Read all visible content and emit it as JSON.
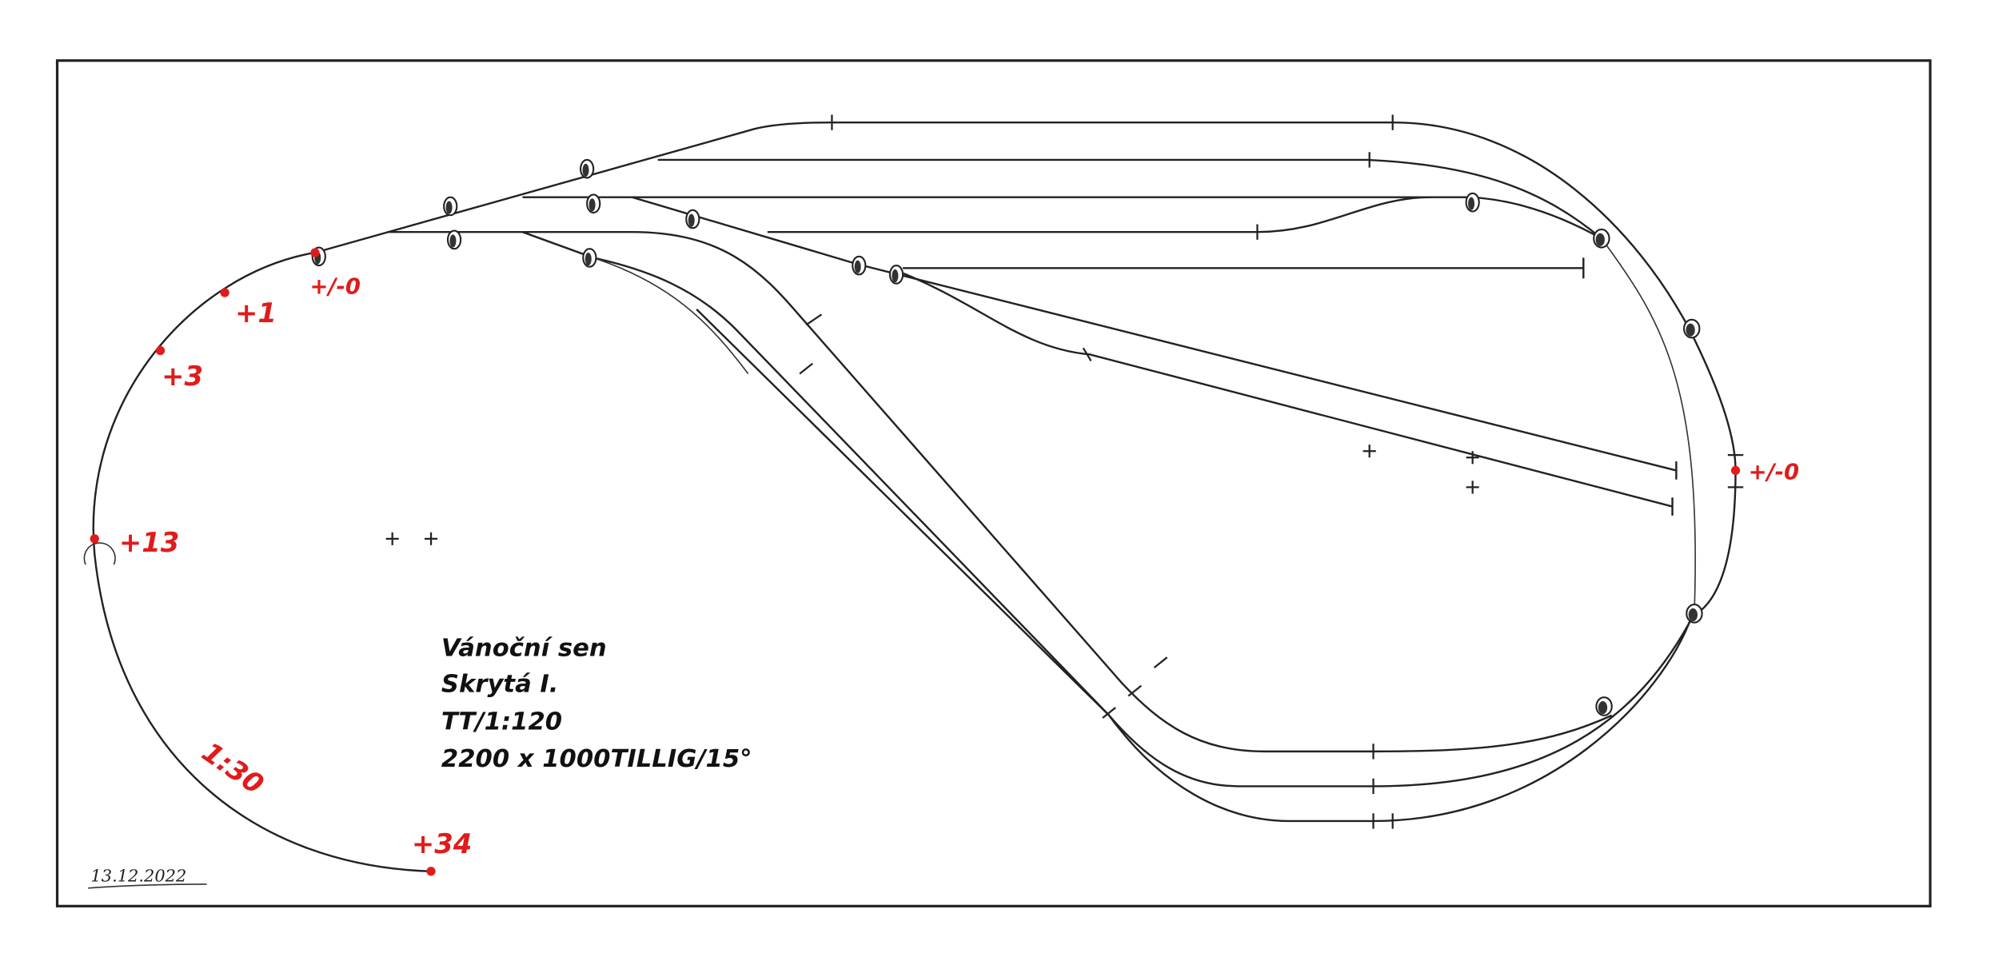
{
  "plan": {
    "title_lines": [
      "Vánoční sen",
      "Skrytá I.",
      "TT/1:120",
      "2200 x 1000TILLIG/15°"
    ],
    "date_signature": "13.12.2022",
    "height_marks": {
      "start_left": "+/-0",
      "m1": "+1",
      "m3": "+3",
      "m13": "+13",
      "m34": "+34",
      "right": "+/-0"
    },
    "gradient_label": "1:30"
  },
  "colors": {
    "marker": "#e01b1b",
    "line": "#222222"
  }
}
